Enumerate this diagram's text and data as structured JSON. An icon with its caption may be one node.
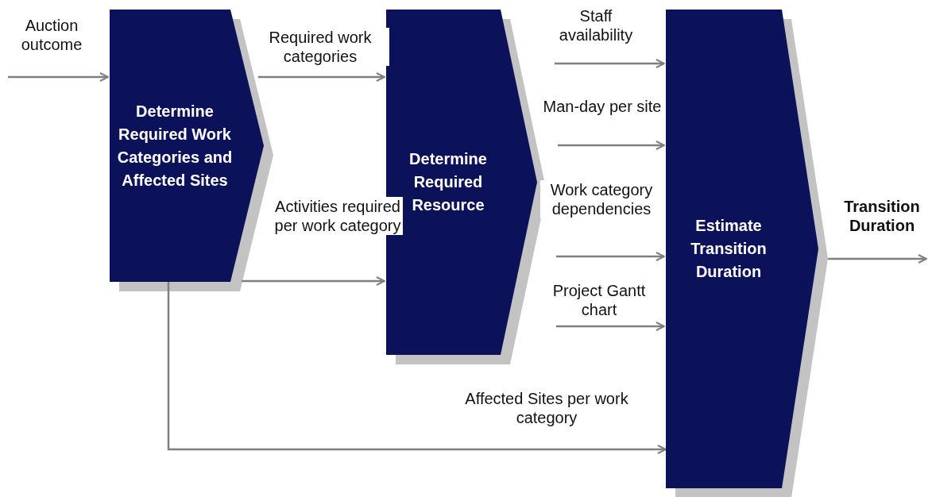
{
  "diagram": {
    "nodes": [
      {
        "text": [
          "Determine Required Work Categories and Affected Sites"
        ]
      },
      {
        "text": [
          "Determine Required Resource"
        ]
      },
      {
        "text": [
          "Estimate Transition Duration"
        ]
      }
    ],
    "edges": [
      {
        "from": null,
        "to": 0,
        "arrow": "to",
        "label": "Auction outcome"
      },
      {
        "from": 0,
        "to": 1,
        "arrow": "to",
        "label": "Required work categories"
      },
      {
        "from": 0,
        "to": 1,
        "arrow": "to",
        "label": "Activities required per work category"
      },
      {
        "from": null,
        "to": 2,
        "arrow": "to",
        "label": "Staff availability"
      },
      {
        "from": null,
        "to": 2,
        "arrow": "to",
        "label": "Man-day per site"
      },
      {
        "from": null,
        "to": 2,
        "arrow": "to",
        "label": "Work category dependencies"
      },
      {
        "from": null,
        "to": 2,
        "arrow": "to",
        "label": "Project Gantt chart"
      },
      {
        "from": 0,
        "to": 2,
        "arrow": "to",
        "label": "Affected Sites per work category"
      },
      {
        "from": 2,
        "to": null,
        "arrow": "to",
        "label": "Transition Duration"
      }
    ]
  }
}
